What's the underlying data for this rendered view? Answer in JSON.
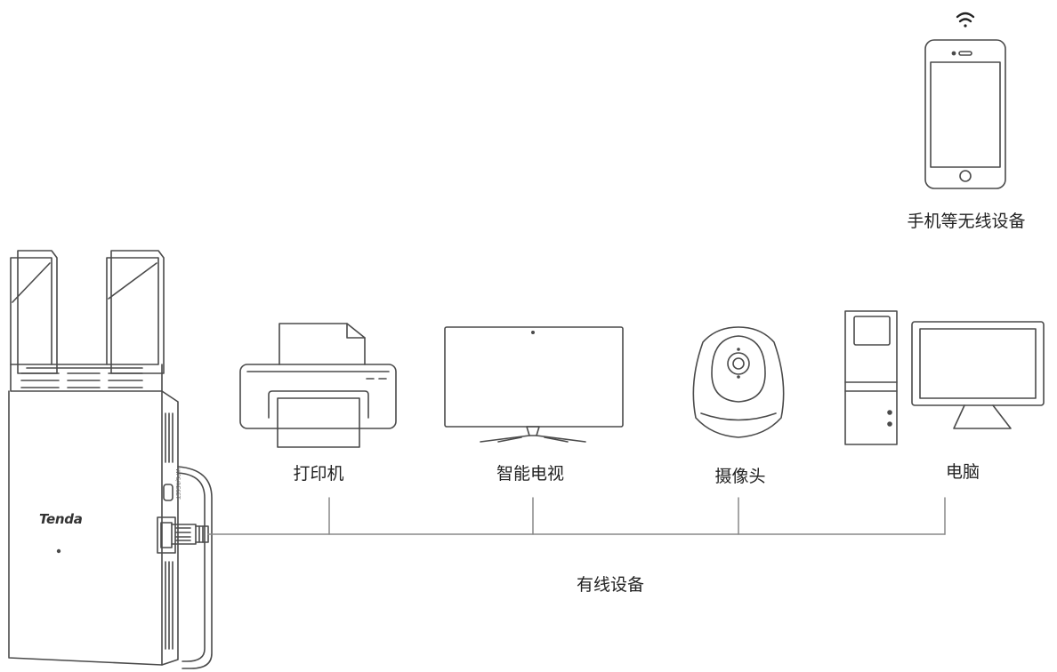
{
  "devices": {
    "printer": {
      "label": "打印机"
    },
    "tv": {
      "label": "智能电视"
    },
    "camera": {
      "label": "摄像头"
    },
    "computer": {
      "label": "电脑"
    },
    "phone": {
      "label": "手机等无线设备",
      "icon": "wifi-icon"
    }
  },
  "wired_group_label": "有线设备",
  "extender": {
    "brand": "Tenda",
    "port_label": "WPS/RESET"
  },
  "colors": {
    "stroke": "#4a4a4a",
    "line": "#888888",
    "fill": "#ffffff"
  }
}
